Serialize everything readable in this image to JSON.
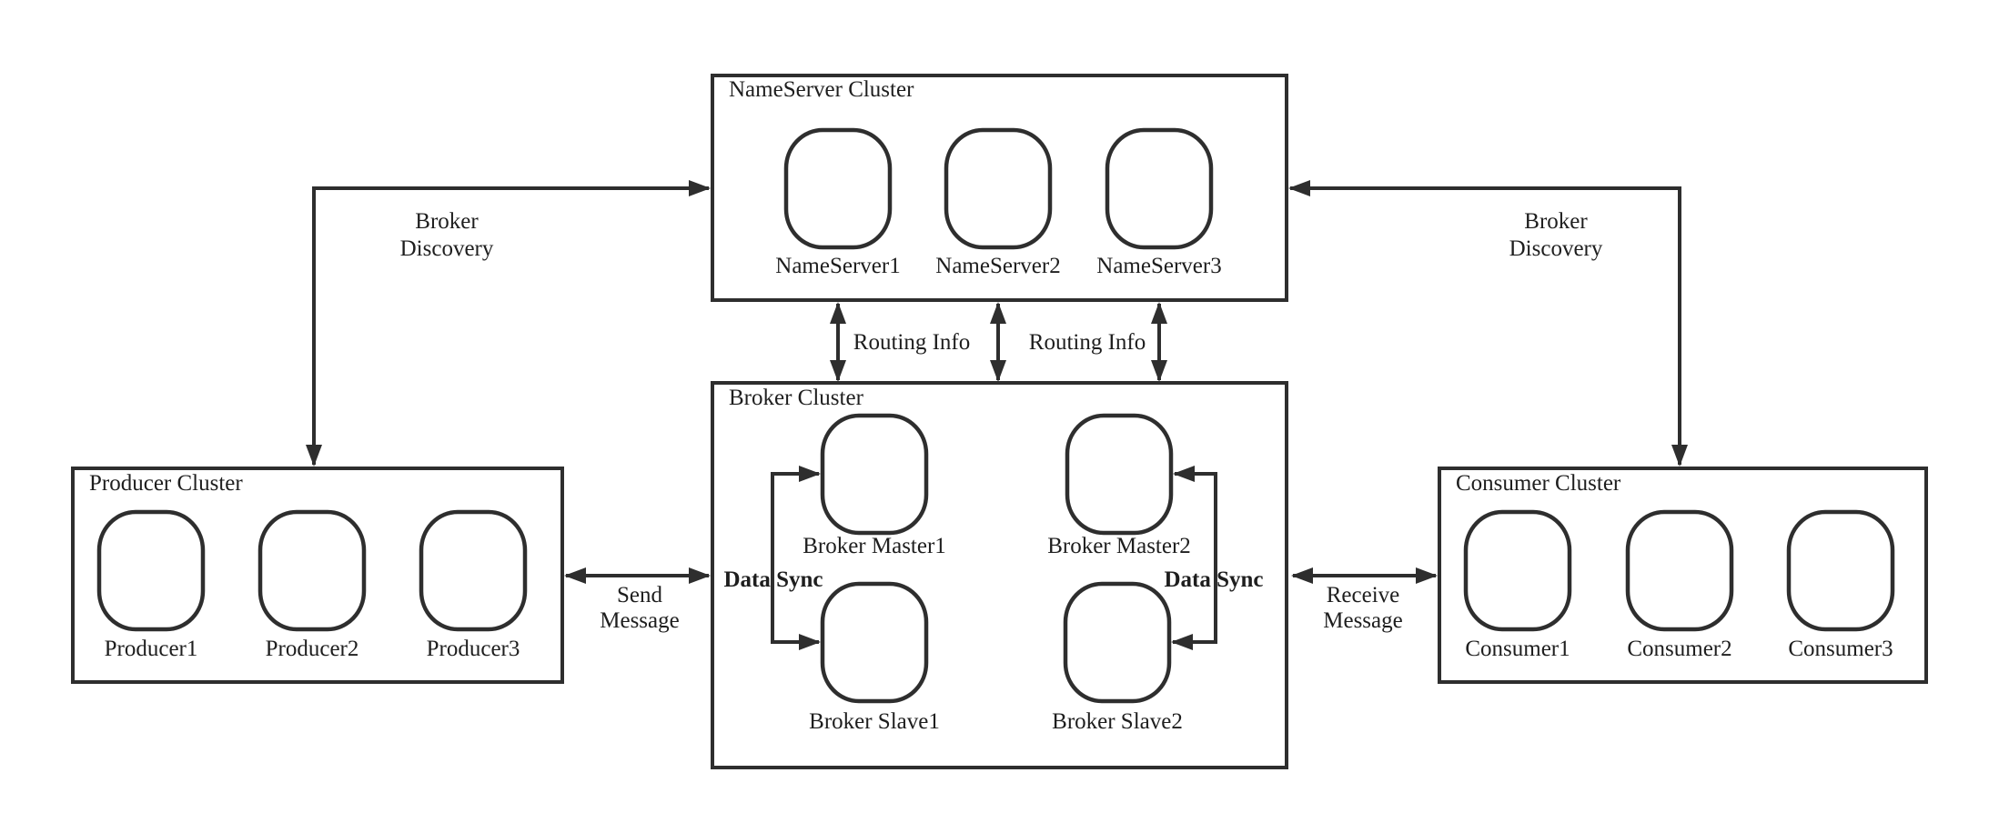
{
  "clusters": {
    "nameserver": {
      "title": "NameServer Cluster",
      "nodes": [
        "NameServer1",
        "NameServer2",
        "NameServer3"
      ]
    },
    "broker": {
      "title": "Broker Cluster",
      "masters": [
        "Broker Master1",
        "Broker Master2"
      ],
      "slaves": [
        "Broker Slave1",
        "Broker Slave2"
      ]
    },
    "producer": {
      "title": "Producer Cluster",
      "nodes": [
        "Producer1",
        "Producer2",
        "Producer3"
      ]
    },
    "consumer": {
      "title": "Consumer Cluster",
      "nodes": [
        "Consumer1",
        "Consumer2",
        "Consumer3"
      ]
    }
  },
  "edges": {
    "broker_discovery_left": {
      "line1": "Broker",
      "line2": "Discovery"
    },
    "broker_discovery_right": {
      "line1": "Broker",
      "line2": "Discovery"
    },
    "routing_info_left": {
      "label": "Routing Info"
    },
    "routing_info_right": {
      "label": "Routing Info"
    },
    "send_message": {
      "line1": "Send",
      "line2": "Message"
    },
    "receive_message": {
      "line1": "Receive",
      "line2": "Message"
    },
    "data_sync_left": {
      "label": "Data Sync"
    },
    "data_sync_right": {
      "label": "Data Sync"
    }
  },
  "colors": {
    "stroke": "#2e2e2e",
    "text": "#1e1e1e",
    "background": "#ffffff"
  }
}
